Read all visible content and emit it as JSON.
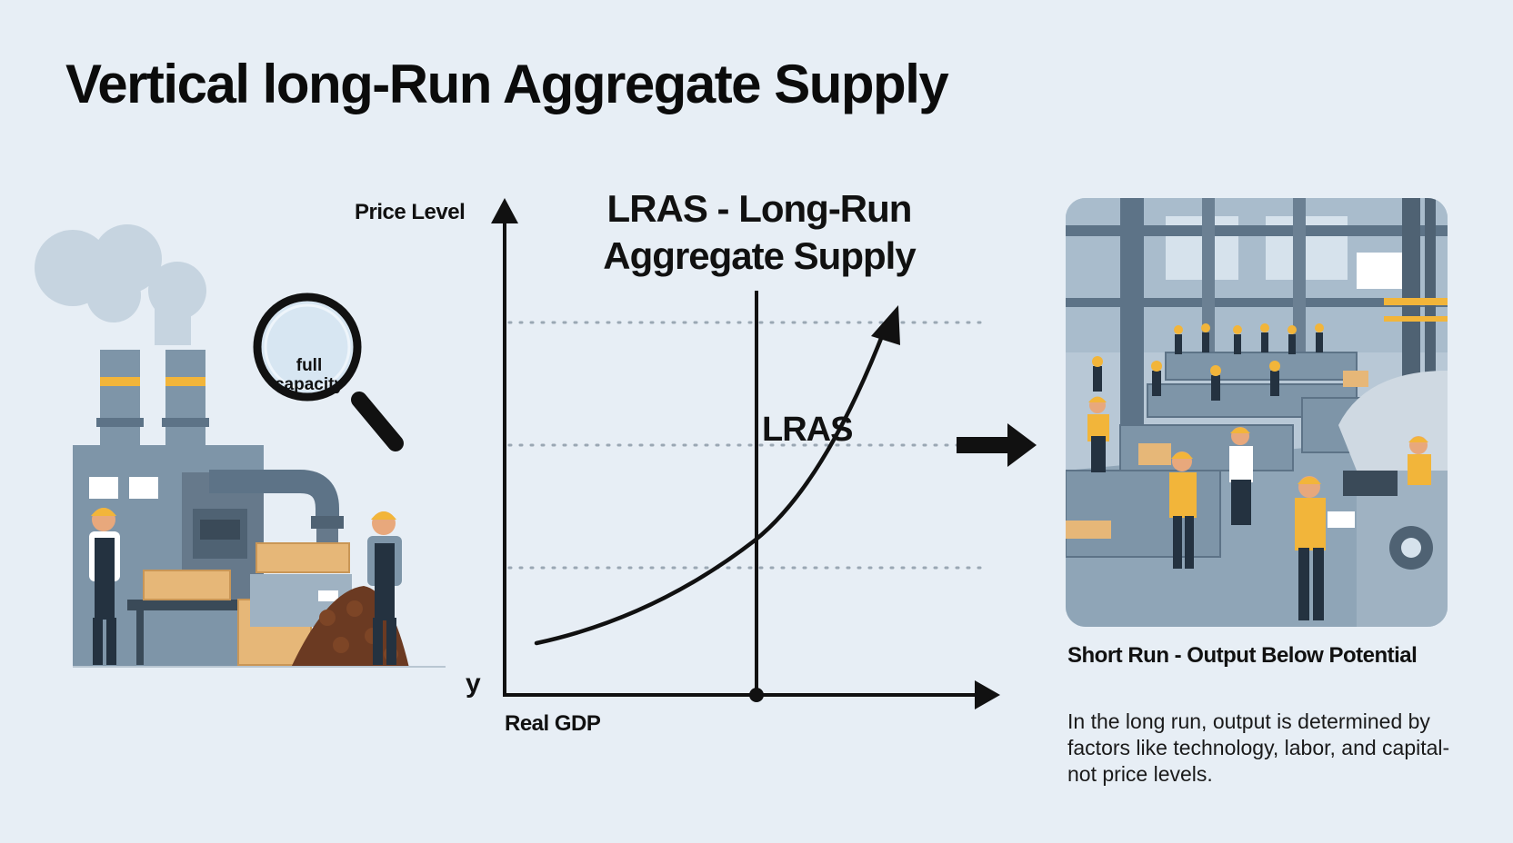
{
  "title": "Vertical long-Run Aggregate Supply",
  "chart": {
    "title_line1": "LRAS - Long-Run",
    "title_line2": "Aggregate Supply",
    "y_axis_label": "Price Level",
    "x_axis_label": "Real GDP",
    "origin_label": "y",
    "curve_label": "LRAS"
  },
  "factory": {
    "magnifier_line1": "full",
    "magnifier_line2": "capacity"
  },
  "caption": {
    "title": "Short Run - Output Below Potential",
    "body": "In the long run, output is determined by factors like technology, labor, and capital-not price levels."
  },
  "colors": {
    "background": "#e7eef5",
    "machine": "#7e95a8",
    "accent_yellow": "#f2b53a",
    "worker_blue": "#243240",
    "crate": "#e6b778"
  }
}
